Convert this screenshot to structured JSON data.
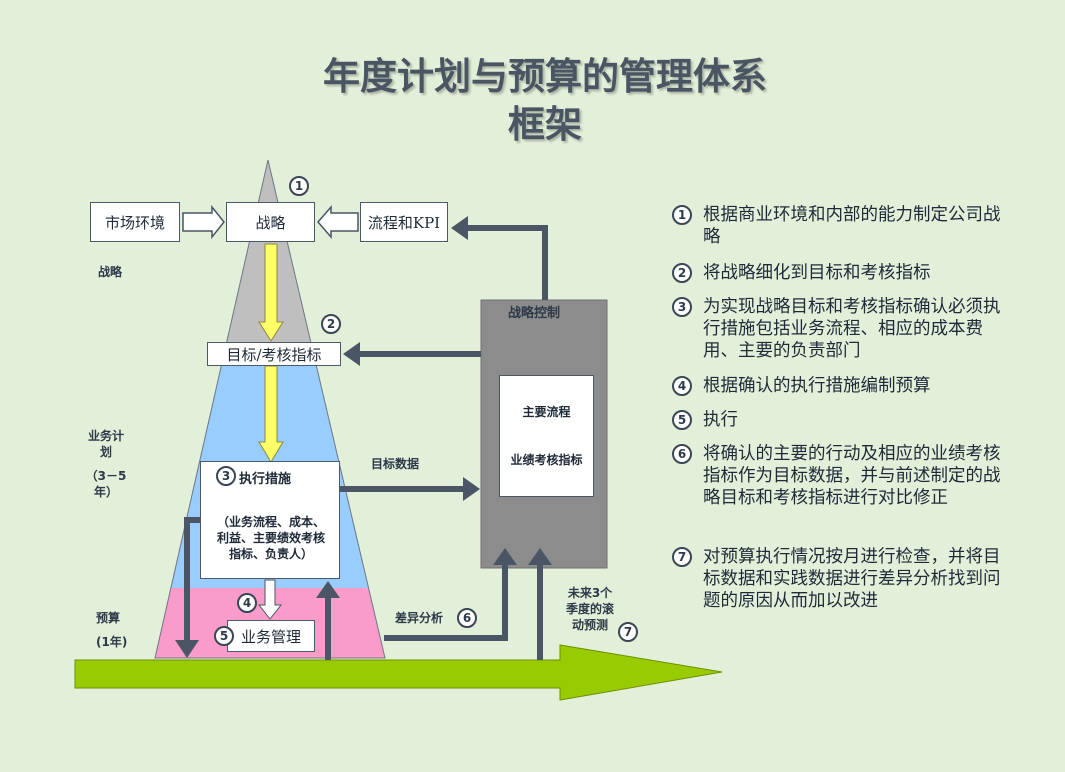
{
  "title": {
    "line1": "年度计划与预算的管理体系",
    "line2": "框架"
  },
  "boxes": {
    "market": "市场环境",
    "strategy": "战略",
    "process_kpi": "流程和KPI",
    "targets": "目标/考核指标",
    "execution_title": "执行措施",
    "execution_detail": "（业务流程、成本、利益、主要绩效考核指标、负责人）",
    "business_mgmt": "业务管理",
    "control_title": "战略控制",
    "control_main_process": "主要流程",
    "control_kpi": "业绩考核指标"
  },
  "side_labels": {
    "strategy": "战略",
    "business_plan": "业务计划",
    "business_plan_years": "（3－5年）",
    "budget": "预算",
    "budget_years": "(1年)"
  },
  "flow_labels": {
    "target_data": "目标数据",
    "variance": "差异分析",
    "rolling": "未来3个季度的滚动预测"
  },
  "markers": [
    "1",
    "2",
    "3",
    "4",
    "5",
    "6",
    "7"
  ],
  "steps": [
    {
      "num": "1",
      "text": "根据商业环境和内部的能力制定公司战略"
    },
    {
      "num": "2",
      "text": "将战略细化到目标和考核指标"
    },
    {
      "num": "3",
      "text": "为实现战略目标和考核指标确认必须执行措施包括业务流程、相应的成本费用、主要的负责部门"
    },
    {
      "num": "4",
      "text": "根据确认的执行措施编制预算"
    },
    {
      "num": "5",
      "text": "执行"
    },
    {
      "num": "6",
      "text": "将确认的主要的行动及相应的业绩考核指标作为目标数据，并与前述制定的战略目标和考核指标进行对比修正"
    },
    {
      "num": "7",
      "text": "对预算执行情况按月进行检查，并将目标数据和实践数据进行差异分析找到问题的原因从而加以改进"
    }
  ],
  "colors": {
    "background": "#e2efd9",
    "pyramid_top": "#bfbfbf",
    "pyramid_mid": "#99ccff",
    "pyramid_bottom": "#f99cc9",
    "control_panel": "#8c8c8c",
    "arrow_dark": "#4a5565",
    "arrow_yellow": "#ffff66",
    "green_arrow": "#99cc00"
  }
}
